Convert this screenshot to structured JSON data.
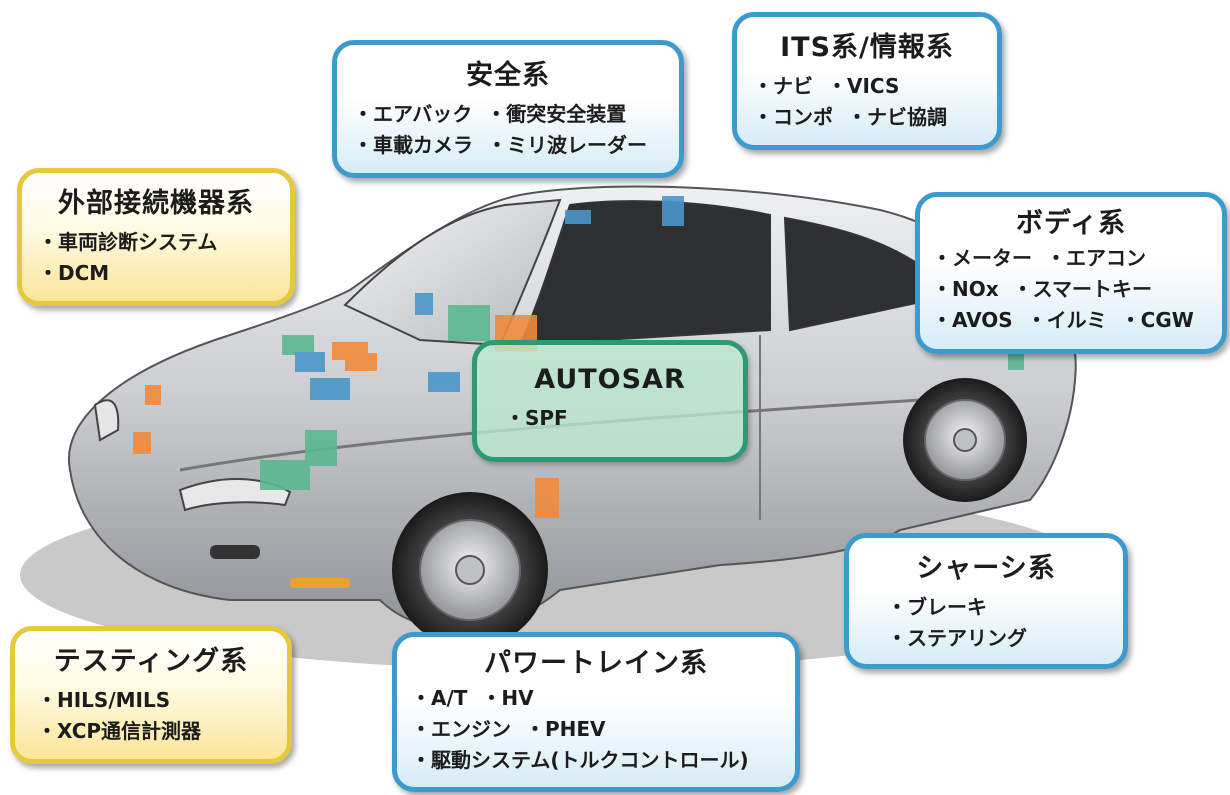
{
  "center": {
    "title": "AUTOSAR",
    "lines": [
      [
        "・SPF"
      ]
    ]
  },
  "categories": [
    {
      "id": "safety",
      "title": "安全系",
      "lines": [
        [
          "・エアバック",
          "・衝突安全装置"
        ],
        [
          "・車載カメラ",
          "・ミリ波レーダー"
        ]
      ]
    },
    {
      "id": "its",
      "title": "ITS系/情報系",
      "lines": [
        [
          "・ナビ",
          "・VICS"
        ],
        [
          "・コンポ",
          "・ナビ協調"
        ]
      ]
    },
    {
      "id": "external",
      "title": "外部接続機器系",
      "lines": [
        [
          "・車両診断システム"
        ],
        [
          "・DCM"
        ]
      ]
    },
    {
      "id": "body",
      "title": "ボディ系",
      "lines": [
        [
          "・メーター",
          "・エアコン"
        ],
        [
          "・NOx",
          "・スマートキー"
        ],
        [
          "・AVOS",
          "・イルミ",
          "・CGW"
        ]
      ]
    },
    {
      "id": "chassis",
      "title": "シャーシ系",
      "lines": [
        [
          "・ブレーキ"
        ],
        [
          "・ステアリング"
        ]
      ]
    },
    {
      "id": "testing",
      "title": "テスティング系",
      "lines": [
        [
          "・HILS/MILS"
        ],
        [
          "・XCP通信計測器"
        ]
      ]
    },
    {
      "id": "powertrain",
      "title": "パワートレイン系",
      "lines": [
        [
          "・A/T",
          "・HV"
        ],
        [
          "・エンジン",
          "・PHEV"
        ],
        [
          "・駆動システム(トルクコントロール)"
        ]
      ]
    }
  ],
  "colors": {
    "blue_border": "#3d9acd",
    "yellow_border": "#e6c93a",
    "green_border": "#2e9a73",
    "car_body": "#c7c9cc",
    "module_orange": "#f08a3c",
    "module_blue": "#4a97c9",
    "module_green": "#5cb892"
  }
}
